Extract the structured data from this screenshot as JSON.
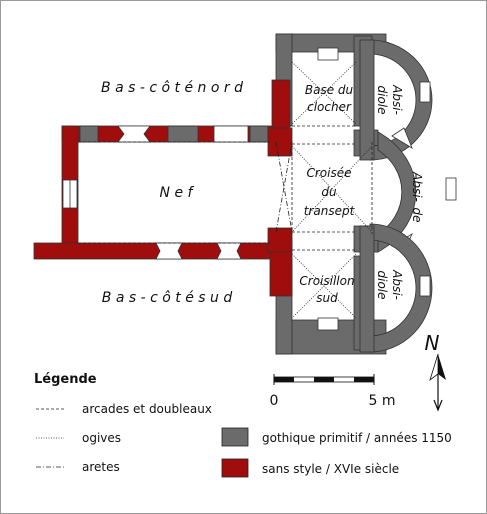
{
  "plan": {
    "labels": {
      "nord": "B a s - c ô t é   n o r d",
      "sud": "B a s - c ô t é   s u d",
      "nef": "N e f",
      "base_l1": "Base du",
      "base_l2": "clocher",
      "absidiole_n_l1": "Absi-",
      "absidiole_n_l2": "diole",
      "croisee_l1": "Croisée",
      "croisee_l2": "du",
      "croisee_l3": "transept",
      "abside_l1": "Absi-",
      "abside_l2": "de",
      "croisillon_l1": "Croisillon",
      "croisillon_l2": "sud",
      "absidiole_s_l1": "Absi-",
      "absidiole_s_l2": "diole"
    },
    "colors": {
      "gothique": "#6b6b6b",
      "sans_style": "#a00d0d"
    }
  },
  "legend": {
    "title": "Légende",
    "items": [
      {
        "label": "arcades et doubleaux"
      },
      {
        "label": "ogives"
      },
      {
        "label": "aretes"
      }
    ],
    "fills": [
      {
        "label": "gothique primitif / années 1150"
      },
      {
        "label": "sans style / XVIe siècle"
      }
    ]
  },
  "scale": {
    "start": "0",
    "end": "5 m"
  },
  "compass": {
    "letter": "N"
  }
}
